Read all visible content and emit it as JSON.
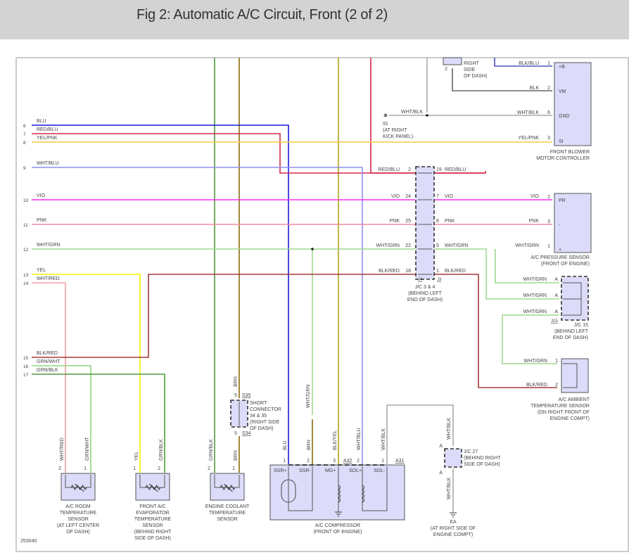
{
  "header": {
    "title": "Fig 2: Automatic A/C Circuit, Front (2 of 2)"
  },
  "figure_id": "253040",
  "colors": {
    "BLU": "#1a1adc",
    "RED/BLU": "#d6284a",
    "YEL/PNK": "#f5c842",
    "WHT/BLU": "#8f8ff2",
    "VIO": "#f030f0",
    "PNK": "#f08aa0",
    "WHT/GRN": "#9fd88f",
    "YEL": "#f2f200",
    "WHT/RED": "#f0a0a8",
    "BLK/RED": "#a33a3a",
    "GRN/WHT": "#8fd67a",
    "GRN/BLK": "#4f9a3a",
    "BRN": "#8a6a10",
    "BLK/YEL": "#b0a020",
    "WHT/BLK": "#aaaaaa",
    "BLK": "#666666",
    "BLK/BLU": "#5050c0",
    "component_fill": "#dcdcfa"
  },
  "left_pins": [
    {
      "pin": "6",
      "wire": "BLU"
    },
    {
      "pin": "7",
      "wire": "RED/BLU"
    },
    {
      "pin": "8",
      "wire": "YEL/PNK"
    },
    {
      "pin": "9",
      "wire": "WHT/BLU"
    },
    {
      "pin": "10",
      "wire": "VIO"
    },
    {
      "pin": "11",
      "wire": "PNK"
    },
    {
      "pin": "12",
      "wire": "WHT/GRN"
    },
    {
      "pin": "13",
      "wire": "YEL"
    },
    {
      "pin": "14",
      "wire": "WHT/RED"
    },
    {
      "pin": "15",
      "wire": "BLK/RED"
    },
    {
      "pin": "16",
      "wire": "GRN/WHT"
    },
    {
      "pin": "17",
      "wire": "GRN/BLK"
    }
  ],
  "blower": {
    "name_lines": [
      "FRONT BLOWER",
      "MOTOR CONTROLLER"
    ],
    "pins": [
      {
        "pin": "1",
        "wire": "BLK/BLU",
        "label": "+B"
      },
      {
        "pin": "2",
        "wire": "BLK",
        "label": "VM"
      },
      {
        "pin": "6",
        "wire": "WHT/BLK",
        "label": "GND"
      },
      {
        "pin": "3",
        "wire": "YEL/PNK",
        "label": "SI"
      }
    ],
    "relay_pin": "2",
    "relay_note_lines": [
      "RIGHT",
      "SIDE",
      "OF DASH)"
    ]
  },
  "ground_ig": {
    "name": "IG",
    "note_lines": [
      "(AT RIGHT",
      "KICK PANEL)"
    ],
    "wire": "WHT/BLK"
  },
  "jc34": {
    "name_lines": [
      "J/C 3 & 4",
      "(BEHIND LEFT",
      "END OF DASH)"
    ],
    "left_ref": "J4",
    "right_ref": "J3",
    "rows": [
      {
        "left_wire": "RED/BLU",
        "left_pin": "2",
        "right_pin": "19",
        "right_wire": "RED/BLU"
      },
      {
        "left_wire": "VIO",
        "left_pin": "24",
        "right_pin": "7",
        "right_wire": "VIO"
      },
      {
        "left_wire": "PNK",
        "left_pin": "25",
        "right_pin": "8",
        "right_wire": "PNK"
      },
      {
        "left_wire": "WHT/GRN",
        "left_pin": "22",
        "right_pin": "5",
        "right_wire": "WHT/GRN"
      },
      {
        "left_wire": "BLK/RED",
        "left_pin": "18",
        "right_pin": "1",
        "right_wire": "BLK/RED"
      }
    ]
  },
  "pressure_sensor": {
    "name_lines": [
      "A/C PRESSURE SENSOR",
      "(FRONT OF ENGINE)"
    ],
    "pins": [
      {
        "pin": "2",
        "wire": "VIO",
        "label": "PR"
      },
      {
        "pin": "3",
        "wire": "PNK",
        "label": "-"
      },
      {
        "pin": "1",
        "wire": "WHT/GRN",
        "label": "+"
      }
    ]
  },
  "jc15": {
    "name_lines": [
      "J/C 15",
      "(BEHIND LEFT",
      "END OF DASH)"
    ],
    "ref": "J15",
    "pins": [
      {
        "pin": "A",
        "wire": "WHT/GRN"
      },
      {
        "pin": "A",
        "wire": "WHT/GRN"
      },
      {
        "pin": "A",
        "wire": "WHT/GRN"
      }
    ]
  },
  "ambient_sensor": {
    "name_lines": [
      "A/C AMBIENT",
      "TEMPERATURE SENSOR",
      "(ON RIGHT FRONT OF",
      "ENGINE COMPT)"
    ],
    "pins": [
      {
        "pin": "1",
        "wire": "WHT/GRN"
      },
      {
        "pin": "2",
        "wire": "BLK/RED"
      }
    ]
  },
  "room_sensor": {
    "name_lines": [
      "A/C ROOM",
      "TEMPERATURE",
      "SENSOR",
      "(AT LEFT CENTER",
      "OF DASH)"
    ],
    "pins": [
      {
        "pin": "2",
        "wire": "WHT/RED"
      },
      {
        "pin": "1",
        "wire": "GRN/WHT"
      }
    ]
  },
  "evap_sensor": {
    "name_lines": [
      "FRONT A/C",
      "EVAPORATOR",
      "TEMPERATURE",
      "SENSOR",
      "(BEHIND RIGHT",
      "SIDE OF DASH)"
    ],
    "pins": [
      {
        "pin": "1",
        "wire": "YEL"
      },
      {
        "pin": "2",
        "wire": "GRN/BLK"
      }
    ]
  },
  "coolant_sensor": {
    "name_lines": [
      "ENGINE COOLANT",
      "TEMPERATURE",
      "SENSOR"
    ],
    "pins": [
      {
        "pin": "2",
        "wire": "GRN/BLK"
      },
      {
        "pin": "1",
        "wire": "BRN"
      }
    ]
  },
  "short_connector": {
    "name_lines": [
      "SHORT",
      "CONNECTOR",
      "34 & 35",
      "(RIGHT SIDE",
      "OF DASH)"
    ],
    "top_pin": "5",
    "top_ref": "S35",
    "bottom_pin": "5",
    "bottom_ref": "S34",
    "wire": "BRN"
  },
  "compressor": {
    "name_lines": [
      "A/C COMPRESSOR",
      "(FRONT OF ENGINE)"
    ],
    "connector_a32": "A32",
    "connector_a31": "A31",
    "pins": [
      {
        "pin": "1",
        "wire": "BLU",
        "label": "SSR+"
      },
      {
        "pin": "2",
        "wire": "BRN",
        "label": "SSR-"
      },
      {
        "pin": "3",
        "wire": "BLK/YEL",
        "label": "MG+"
      },
      {
        "pin": "2",
        "wire": "WHT/BLU",
        "label": "SOL+"
      },
      {
        "pin": "1",
        "wire": "WHT/BLK",
        "label": "SOL-"
      }
    ],
    "splice_wire": "WHT/GRN"
  },
  "jc27": {
    "name_lines": [
      "J/C 27",
      "(BEHIND RIGHT",
      "SIDE OF DASH)"
    ],
    "top_pin": "A",
    "bottom_pin": "A",
    "wire": "WHT/BLK"
  },
  "ground_ea": {
    "name": "EA",
    "note_lines": [
      "(AT RIGHT SIDE OF",
      "ENGINE COMPT)"
    ]
  }
}
